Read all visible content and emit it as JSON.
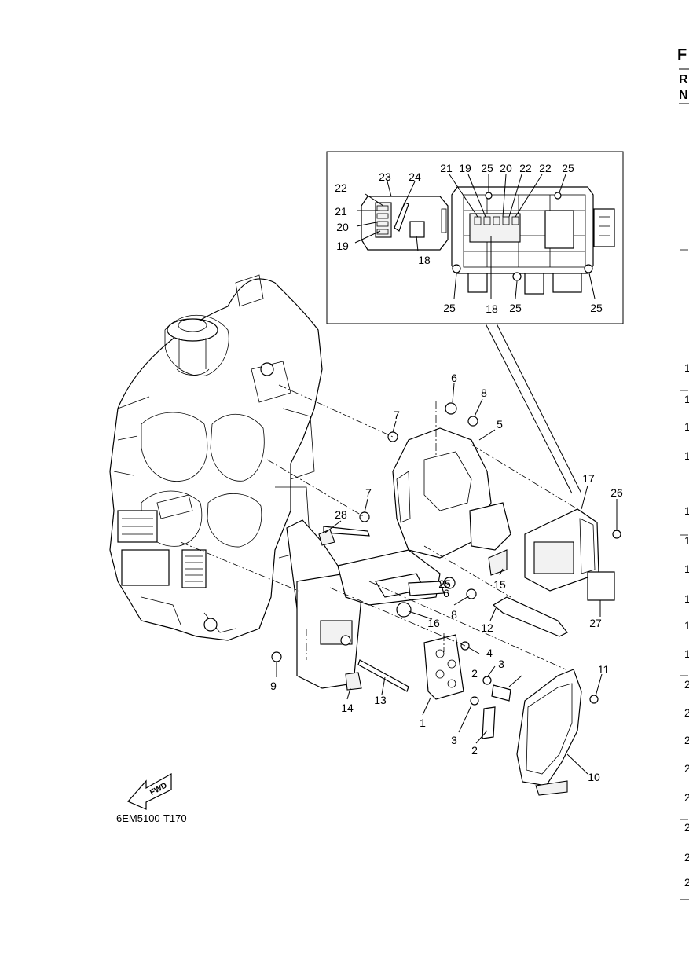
{
  "header": {
    "corner_letters": [
      "F",
      "R",
      "N"
    ]
  },
  "diagram": {
    "code": "6EM5100-T170",
    "fwd_label": "FWD",
    "callouts": [
      "1",
      "2",
      "2",
      "3",
      "3",
      "4",
      "5",
      "6",
      "6",
      "7",
      "7",
      "8",
      "8",
      "9",
      "10",
      "11",
      "12",
      "13",
      "14",
      "15",
      "16",
      "17",
      "18",
      "18",
      "19",
      "19",
      "20",
      "20",
      "21",
      "21",
      "22",
      "22",
      "22",
      "23",
      "24",
      "25",
      "25",
      "25",
      "25",
      "25",
      "25",
      "26",
      "27",
      "28"
    ]
  },
  "right_margin": {
    "labels": [
      "1",
      "1",
      "1",
      "1",
      "1",
      "1",
      "1",
      "1",
      "1",
      "1",
      "2",
      "2",
      "2",
      "2",
      "2",
      "2",
      "2",
      "2"
    ]
  }
}
